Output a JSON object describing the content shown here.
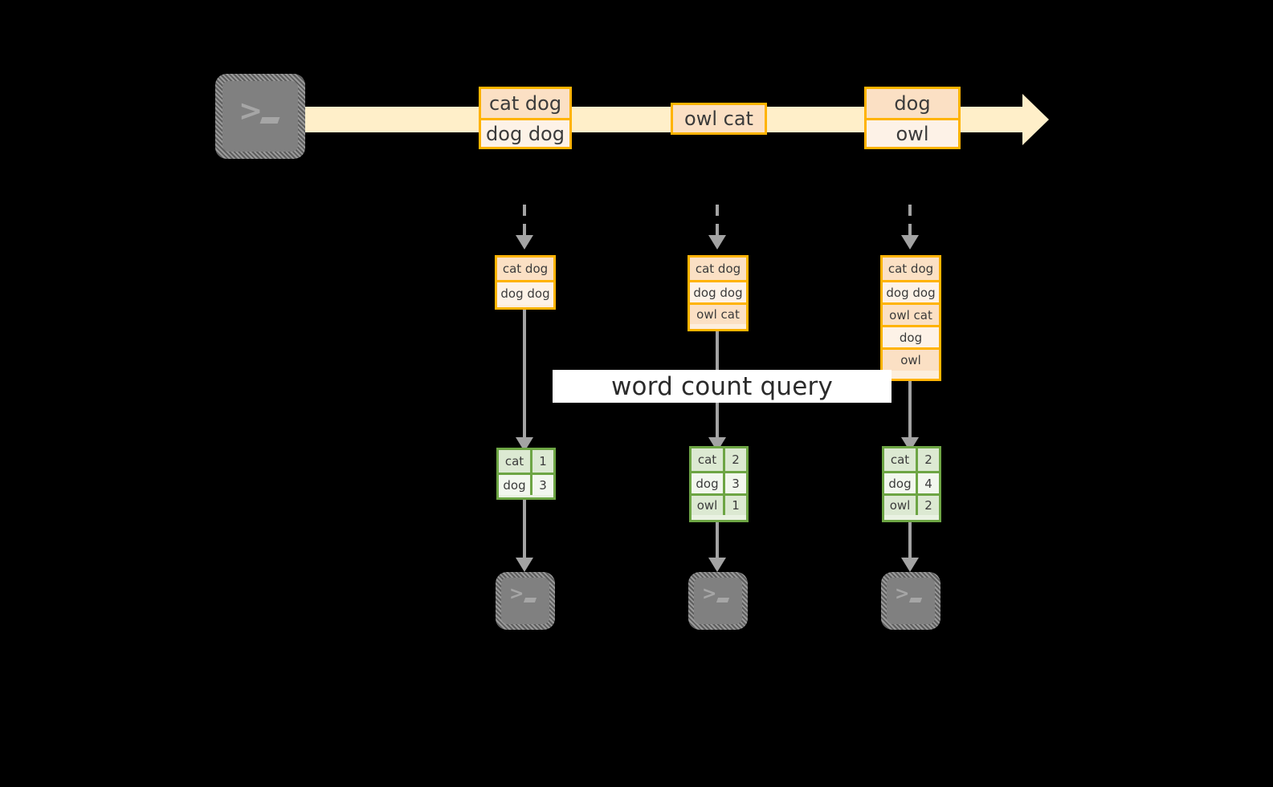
{
  "diagram": {
    "title_label": "word count query",
    "colors": {
      "background": "#000000",
      "stream_fill": "#FFEFC9",
      "record_border": "#FFB300",
      "record_fill_dark": "#FBE0C4",
      "record_fill_light": "#FDF2E7",
      "result_border": "#6DA544",
      "result_fill_dark": "#DCE9D2",
      "result_fill_light": "#F2F7EE",
      "arrow": "#A3A3A3",
      "terminal_fill": "#808080",
      "label_band": "#FFFFFF",
      "text": "#3B3B3B"
    }
  },
  "source": {
    "icon": "terminal-icon",
    "prompt": ">",
    "cursor": "_"
  },
  "stream": {
    "name": "append-only-stream",
    "events": [
      {
        "group": 1,
        "lines": [
          {
            "text": "cat dog",
            "shade": "dark"
          },
          {
            "text": "dog dog",
            "shade": "lite"
          }
        ]
      },
      {
        "group": 2,
        "lines": [
          {
            "text": "owl cat",
            "shade": "dark"
          }
        ]
      },
      {
        "group": 3,
        "lines": [
          {
            "text": "dog",
            "shade": "dark"
          },
          {
            "text": "owl",
            "shade": "lite"
          }
        ]
      }
    ]
  },
  "snapshots": [
    {
      "name": "snapshot-t1",
      "lines": [
        {
          "text": "cat dog",
          "shade": "dark"
        },
        {
          "text": "dog dog",
          "shade": "lite"
        }
      ]
    },
    {
      "name": "snapshot-t2",
      "lines": [
        {
          "text": "cat dog",
          "shade": "dark"
        },
        {
          "text": "dog dog",
          "shade": "lite"
        },
        {
          "text": "owl cat",
          "shade": "dark"
        }
      ]
    },
    {
      "name": "snapshot-t3",
      "lines": [
        {
          "text": "cat dog",
          "shade": "dark"
        },
        {
          "text": "dog dog",
          "shade": "lite"
        },
        {
          "text": "owl cat",
          "shade": "dark"
        },
        {
          "text": "dog",
          "shade": "lite"
        },
        {
          "text": "owl",
          "shade": "dark"
        }
      ]
    }
  ],
  "results": [
    {
      "name": "result-t1",
      "rows": [
        {
          "word": "cat",
          "count": "1",
          "shade": "dark"
        },
        {
          "word": "dog",
          "count": "3",
          "shade": "lite"
        }
      ]
    },
    {
      "name": "result-t2",
      "rows": [
        {
          "word": "cat",
          "count": "2",
          "shade": "dark"
        },
        {
          "word": "dog",
          "count": "3",
          "shade": "lite"
        },
        {
          "word": "owl",
          "count": "1",
          "shade": "dark"
        }
      ]
    },
    {
      "name": "result-t3",
      "rows": [
        {
          "word": "cat",
          "count": "2",
          "shade": "dark"
        },
        {
          "word": "dog",
          "count": "4",
          "shade": "lite"
        },
        {
          "word": "owl",
          "count": "2",
          "shade": "dark"
        }
      ]
    }
  ],
  "sinks": [
    {
      "name": "sink-t1",
      "icon": "terminal-icon",
      "prompt": ">",
      "cursor": "_"
    },
    {
      "name": "sink-t2",
      "icon": "terminal-icon",
      "prompt": ">",
      "cursor": "_"
    },
    {
      "name": "sink-t3",
      "icon": "terminal-icon",
      "prompt": ">",
      "cursor": "_"
    }
  ]
}
